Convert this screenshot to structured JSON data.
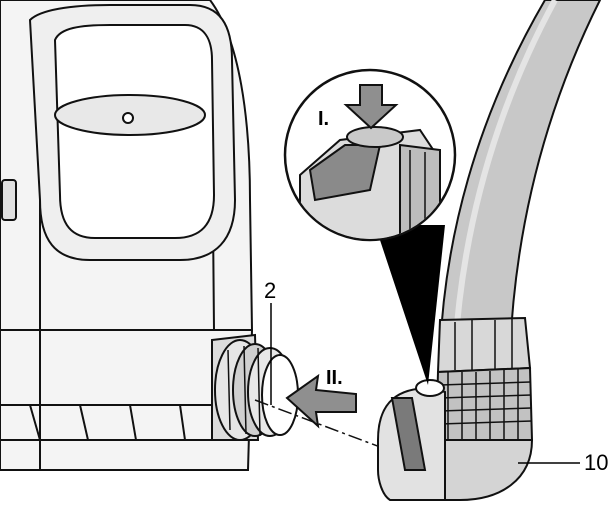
{
  "labels": {
    "part_pump_outlet": "2",
    "part_hose_connector": "10",
    "step_one": "I.",
    "step_two": "II."
  },
  "colors": {
    "line": "#111111",
    "light_fill": "#f7f7f7",
    "shade": "#d0d0d0",
    "hose": "#c8c8c8",
    "hose_shade": "#9a9a9a",
    "arrow": "#8f8f8f",
    "callout": "#000000"
  },
  "icons": {
    "press_arrow": "arrow-down-icon",
    "insert_arrow": "arrow-left-icon"
  }
}
